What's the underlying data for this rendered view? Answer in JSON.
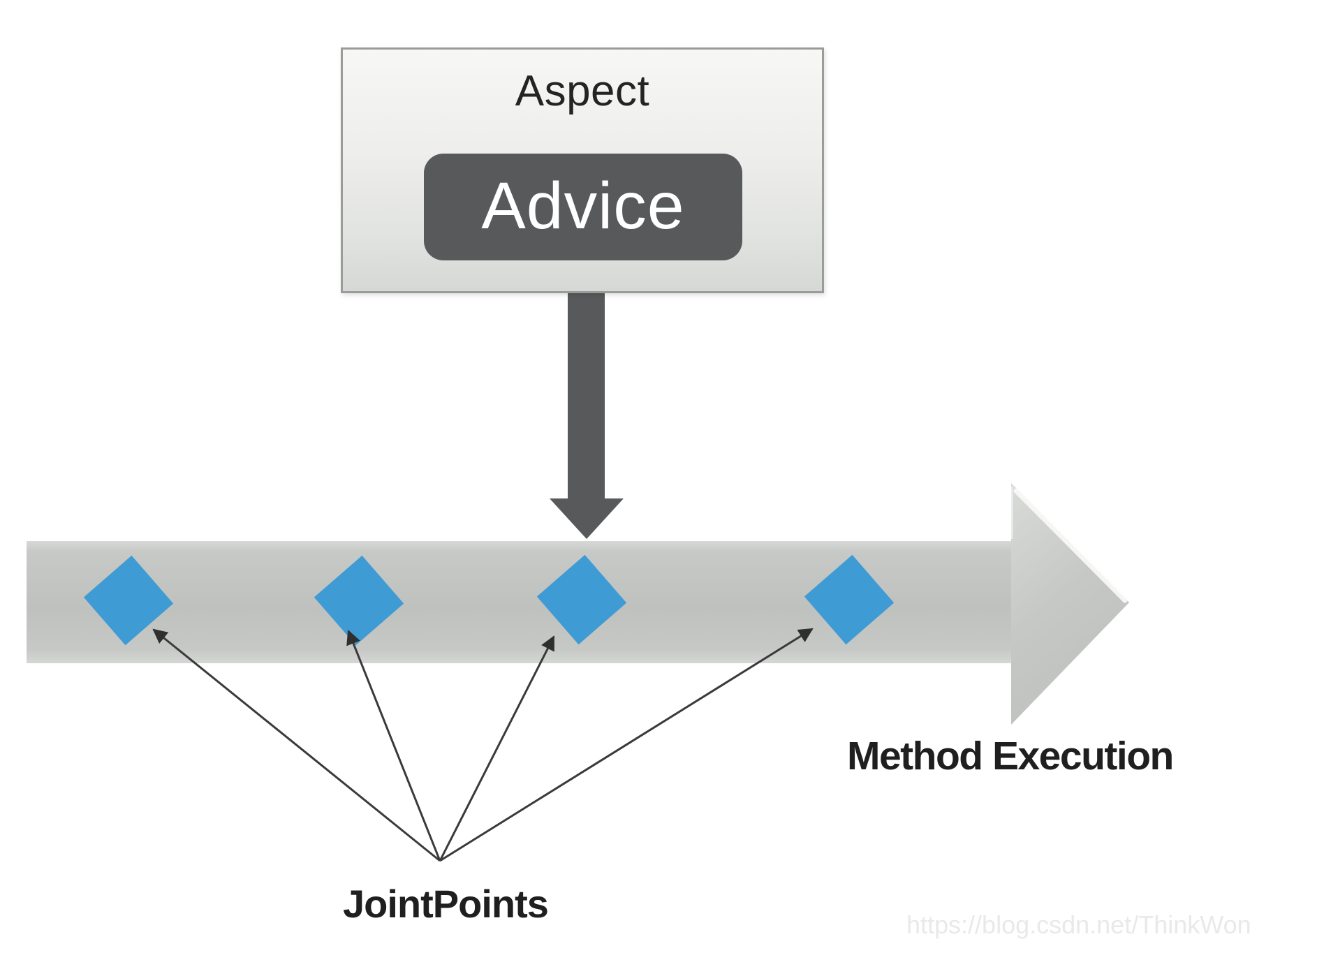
{
  "diagram": {
    "aspect": {
      "label": "Aspect"
    },
    "advice": {
      "label": "Advice"
    },
    "method_execution": {
      "label": "Method Execution"
    },
    "jointpoints": {
      "label": "JointPoints",
      "count": 4
    },
    "watermark": {
      "text": "https://blog.csdn.net/ThinkWon"
    },
    "colors": {
      "advice_box": "#58595b",
      "vertical_arrow": "#58595b",
      "timeline_bar": "#c3c5c3",
      "arrowhead": "#c6c8c6",
      "diamond": "#3f9bd3",
      "thin_arrow": "#3a3a3a",
      "thin_arrow_head": "#2f2f2f",
      "aspect_border": "#999c99",
      "label_text": "#1f1f1f",
      "watermark_text": "#e9e9e9"
    }
  }
}
